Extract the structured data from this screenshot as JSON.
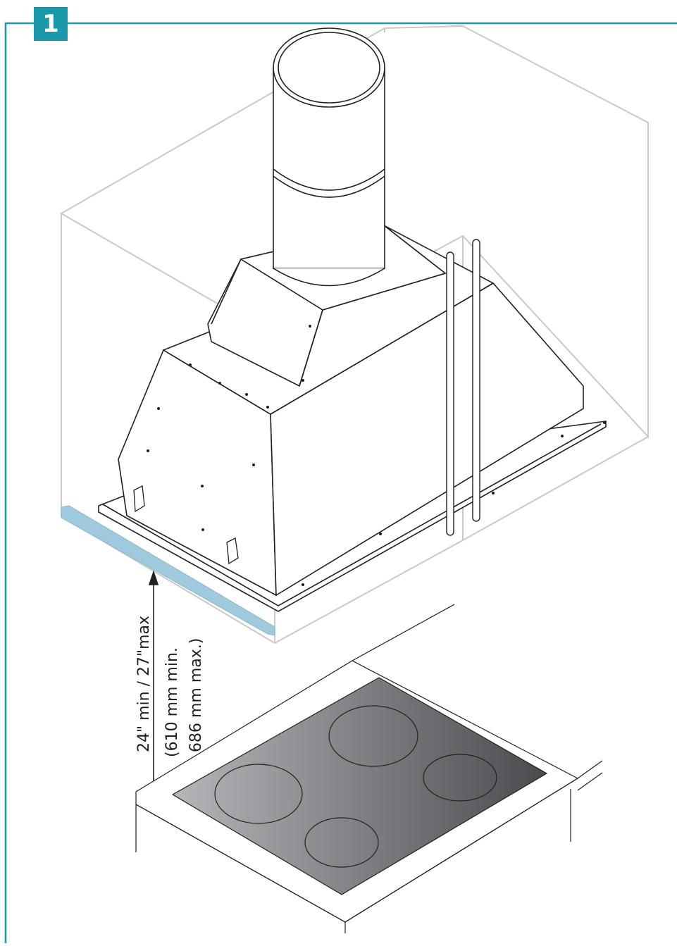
{
  "step": {
    "number": "1"
  },
  "dimension": {
    "line1": "24\" min / 27\"max",
    "line2": "(610 mm min.",
    "line3": "686 mm max.)"
  },
  "colors": {
    "frame_teal": "#1a97a8",
    "cabinet_line": "#c9c9c9",
    "drawing_line": "#231f20",
    "cabinet_bottom_highlight": "#9fc9dc",
    "cooktop_light": "#b5b6b9",
    "cooktop_dark": "#4a4b4e"
  },
  "icons": [
    "range-hood",
    "duct",
    "cabinet",
    "cooktop",
    "burner",
    "mounting-rod",
    "dimension-arrow"
  ]
}
